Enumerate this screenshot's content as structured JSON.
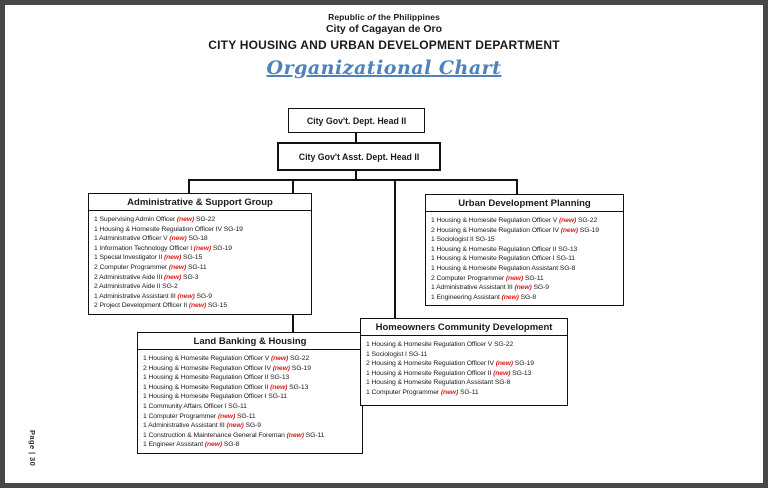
{
  "page_label": "Page | 30",
  "labels": {
    "new": "(new)"
  },
  "header": {
    "republic_pre": "Republic",
    "republic_italic": "of",
    "republic_post": "the Philippines",
    "city": "City of Cagayan de Oro",
    "department": "CITY HOUSING AND URBAN DEVELOPMENT DEPARTMENT",
    "chart_title": "Organizational Chart"
  },
  "hierarchy": {
    "dept_head": "City Gov't. Dept. Head II",
    "asst_dept_head": "City Gov't Asst. Dept. Head II"
  },
  "colors": {
    "accent_blue": "#4f81bd",
    "new_red": "#dd1c1c",
    "line_black": "#111111"
  },
  "groups": [
    {
      "title": "Administrative & Support Group",
      "items": [
        {
          "count": "1",
          "title": "Supervising Admin Officer",
          "new": true,
          "grade": "SG-22"
        },
        {
          "count": "1",
          "title": "Housing & Homesite Regulation Officer IV",
          "new": false,
          "grade": "SG-19"
        },
        {
          "count": "1",
          "title": "Administrative Officer V",
          "new": true,
          "grade": "SG-18"
        },
        {
          "count": "1",
          "title": "Information Technology Officer I",
          "new": true,
          "grade": "SG-19"
        },
        {
          "count": "1",
          "title": "Special Investigator II",
          "new": true,
          "grade": "SG-15"
        },
        {
          "count": "2",
          "title": "Computer Programmer",
          "new": true,
          "grade": "SG-11"
        },
        {
          "count": "2",
          "title": "Administrative Aide III",
          "new": true,
          "grade": "SG-3"
        },
        {
          "count": "2",
          "title": "Administrative Aide II",
          "new": false,
          "grade": "SG-2"
        },
        {
          "count": "1",
          "title": "Administrative Assistant III",
          "new": true,
          "grade": "SG-9"
        },
        {
          "count": "2",
          "title": "Project Development Officer II",
          "new": true,
          "grade": "SG-15"
        }
      ]
    },
    {
      "title": "Urban Development Planning",
      "items": [
        {
          "count": "1",
          "title": "Housing & Homesite Regulation Officer V",
          "new": true,
          "grade": "SG-22"
        },
        {
          "count": "2",
          "title": "Housing & Homesite Regulation Officer IV",
          "new": true,
          "grade": "SG-19"
        },
        {
          "count": "1",
          "title": "Sociologist II",
          "new": false,
          "grade": "SG-15"
        },
        {
          "count": "1",
          "title": "Housing & Homesite Regulation Officer II",
          "new": false,
          "grade": "SG-13"
        },
        {
          "count": "1",
          "title": "Housing & Homesite Regulation Officer I",
          "new": false,
          "grade": "SG-11"
        },
        {
          "count": "1",
          "title": "Housing & Homesite Regulation Assistant",
          "new": false,
          "grade": "SG-8"
        },
        {
          "count": "2",
          "title": "Computer Programmer",
          "new": true,
          "grade": "SG-11"
        },
        {
          "count": "1",
          "title": "Administrative Assistant III",
          "new": true,
          "grade": "SG-9"
        },
        {
          "count": "1",
          "title": "Engineering Assistant",
          "new": true,
          "grade": "SG-8"
        }
      ]
    },
    {
      "title": "Land Banking & Housing",
      "items": [
        {
          "count": "1",
          "title": "Housing & Homesite Regulation Officer V",
          "new": true,
          "grade": "SG-22"
        },
        {
          "count": "2",
          "title": "Housing & Homesite Regulation Officer IV",
          "new": true,
          "grade": "SG-19"
        },
        {
          "count": "1",
          "title": "Housing & Homesite Regulation Officer II",
          "new": false,
          "grade": "SG-13"
        },
        {
          "count": "1",
          "title": "Housing & Homesite Regulation Officer II",
          "new": true,
          "grade": "SG-13"
        },
        {
          "count": "1",
          "title": "Housing & Homesite Regulation Officer I",
          "new": false,
          "grade": "SG-11"
        },
        {
          "count": "1",
          "title": "Community Affairs Officer I",
          "new": false,
          "grade": "SG-11"
        },
        {
          "count": "1",
          "title": "Computer Programmer",
          "new": true,
          "grade": "SG-11"
        },
        {
          "count": "1",
          "title": "Administrative Assistant III",
          "new": true,
          "grade": "SG-9"
        },
        {
          "count": "1",
          "title": "Construction & Maintenance General Foreman",
          "new": true,
          "grade": "SG-11"
        },
        {
          "count": "1",
          "title": "Engineer Assistant",
          "new": true,
          "grade": "SG-8"
        }
      ]
    },
    {
      "title": "Homeowners Community Development",
      "items": [
        {
          "count": "1",
          "title": "Housing & Homesite Regulation Officer V",
          "new": false,
          "grade": "SG-22"
        },
        {
          "count": "1",
          "title": "Sociologist I",
          "new": false,
          "grade": "SG-11"
        },
        {
          "count": "2",
          "title": "Housing & Homesite Regulation Officer IV",
          "new": true,
          "grade": "SG-19"
        },
        {
          "count": "1",
          "title": "Housing & Homesite Regulation Officer II",
          "new": true,
          "grade": "SG-13"
        },
        {
          "count": "1",
          "title": "Housing & Homesite Regulation Assistant",
          "new": false,
          "grade": "SG-8"
        },
        {
          "count": "1",
          "title": "Computer Programmer",
          "new": true,
          "grade": "SG-11"
        }
      ]
    }
  ]
}
